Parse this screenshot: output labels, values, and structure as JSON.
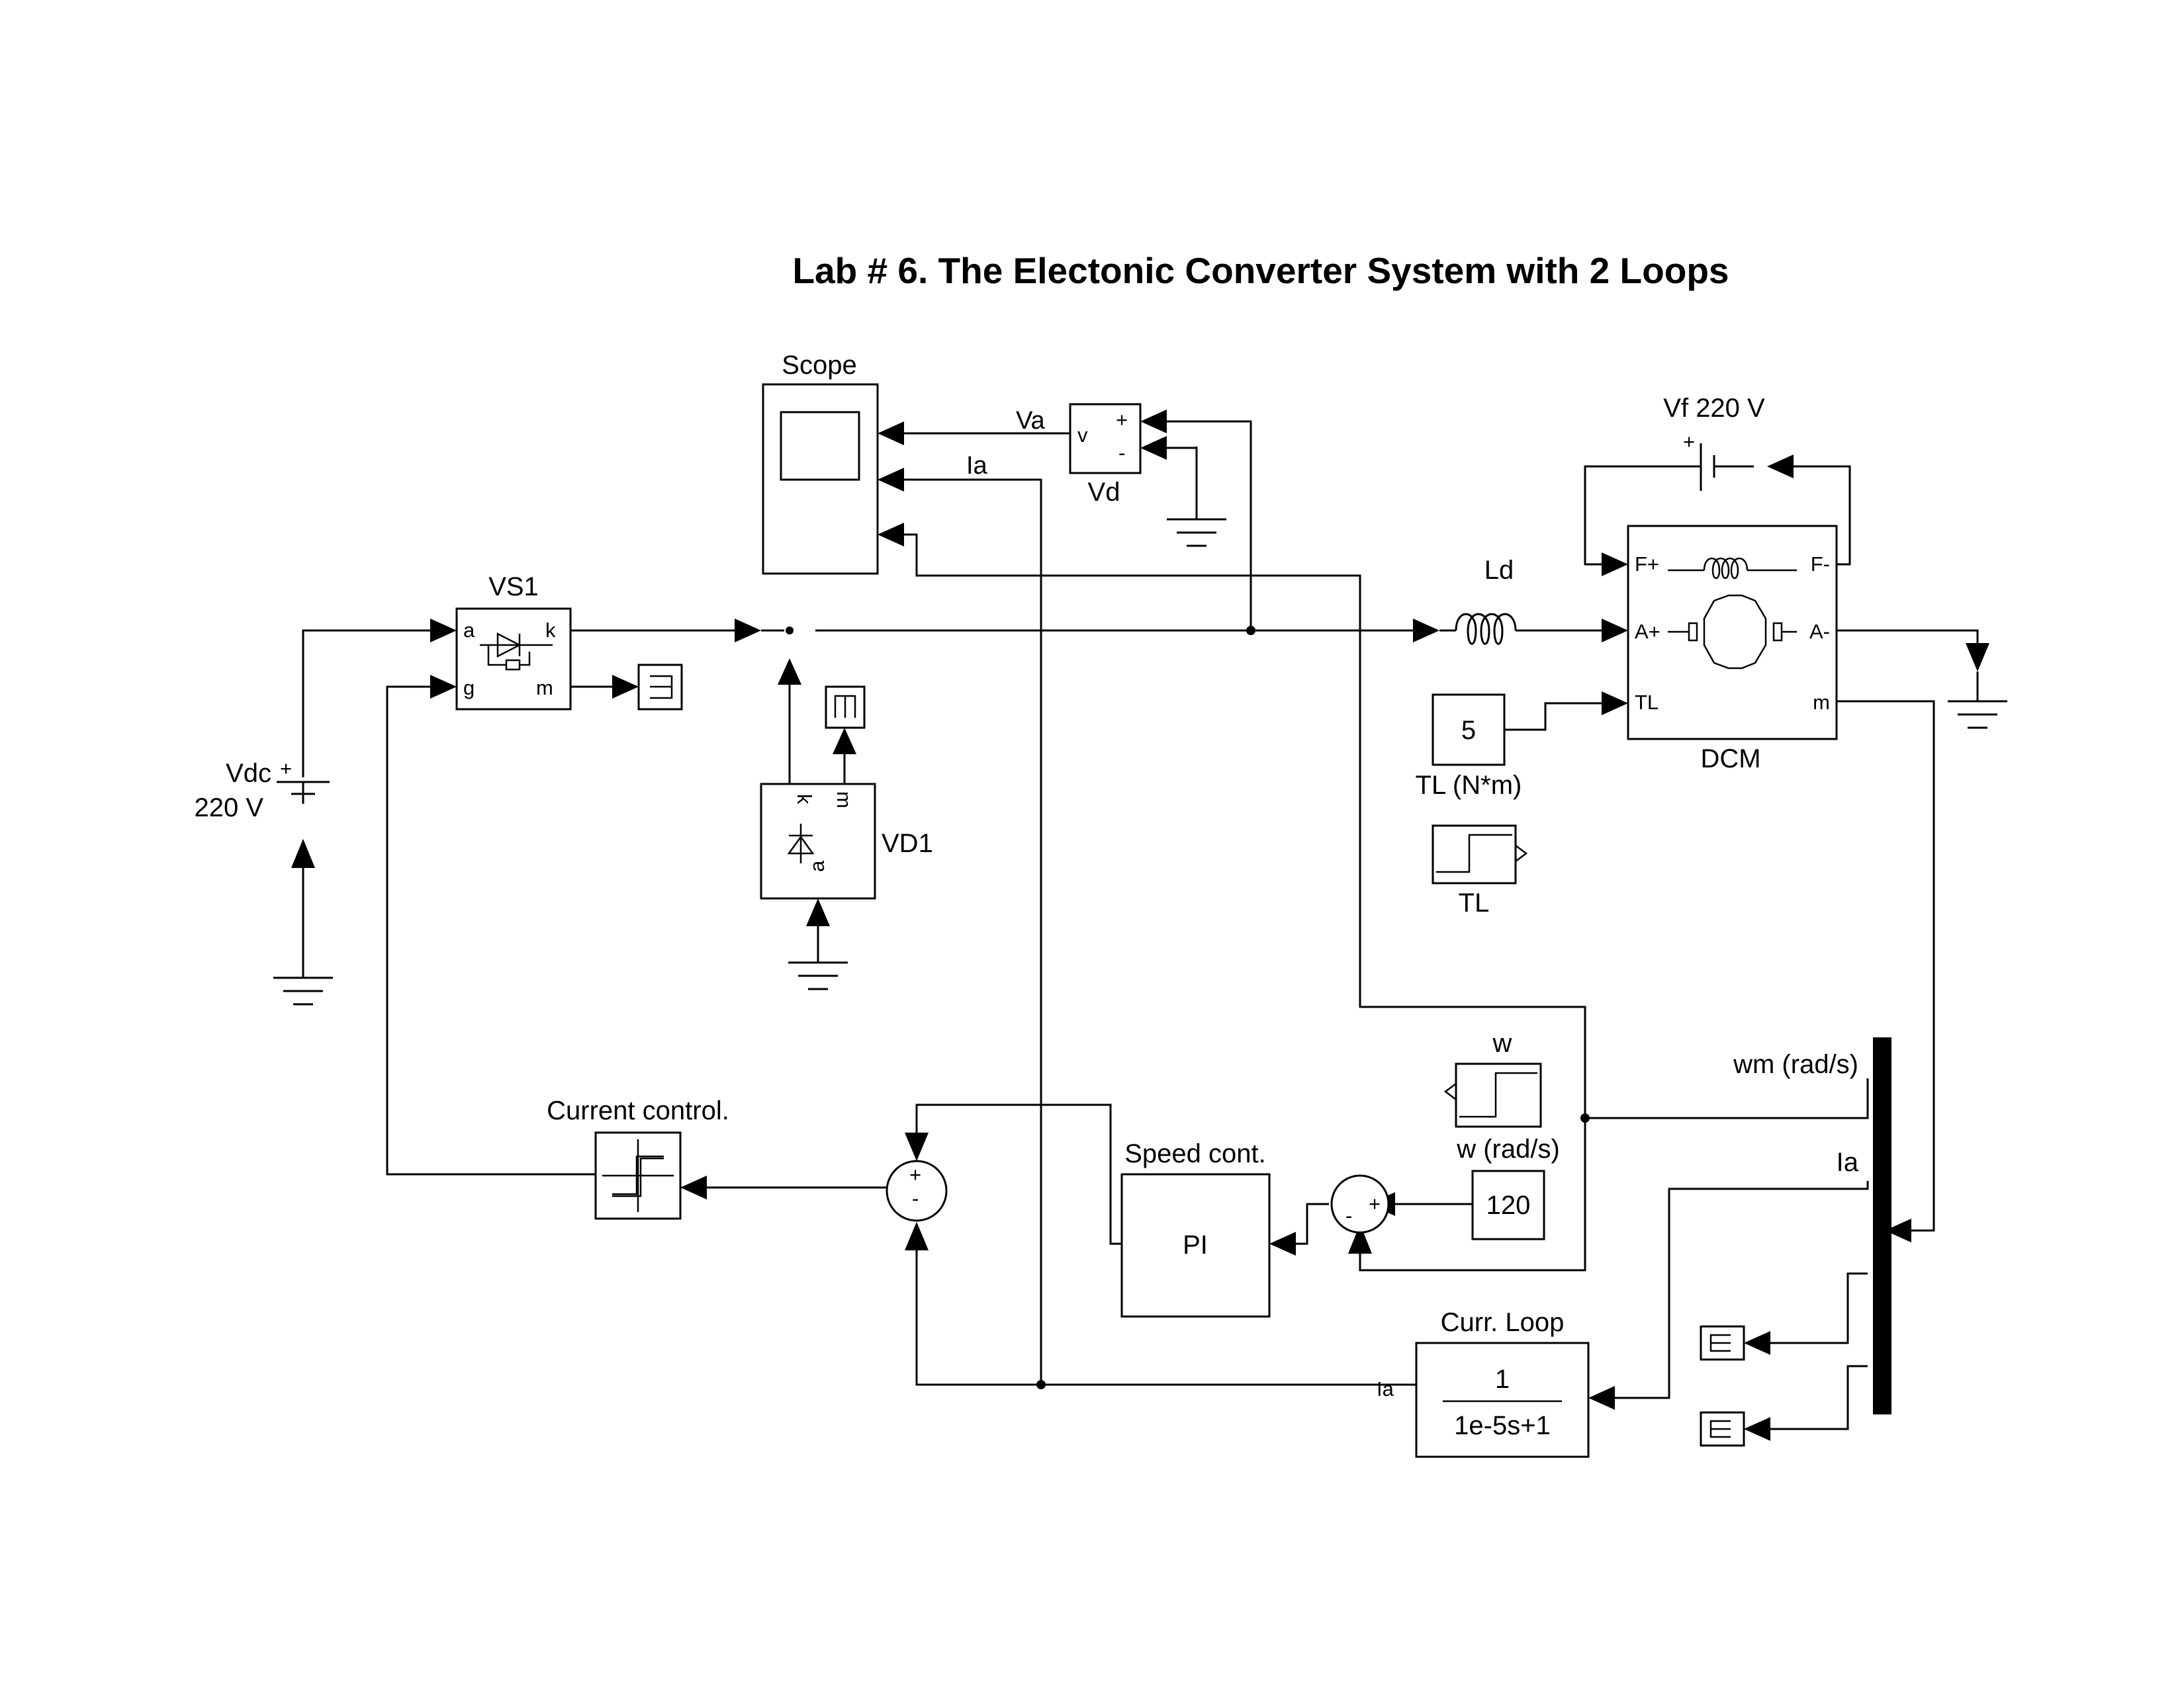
{
  "title": "Lab # 6. The Electonic Converter System with 2 Loops",
  "blocks": {
    "scope": {
      "label": "Scope"
    },
    "vd": {
      "label": "Vd",
      "port_v": "v",
      "port_plus": "+",
      "port_minus": "-"
    },
    "vs1": {
      "label": "VS1",
      "port_a": "a",
      "port_k": "k",
      "port_g": "g",
      "port_m": "m"
    },
    "vd1": {
      "label": "VD1",
      "port_k": "k",
      "port_m": "m",
      "port_a": "a"
    },
    "vdc": {
      "label_line1": "Vdc",
      "label_line2": "220 V"
    },
    "vf": {
      "label": "Vf 220 V"
    },
    "ld": {
      "label": "Ld"
    },
    "dcm": {
      "label": "DCM",
      "port_fplus": "F+",
      "port_fminus": "F-",
      "port_aplus": "A+",
      "port_aminus": "A-",
      "port_tl": "TL",
      "port_m": "m"
    },
    "tl_const": {
      "value": "5",
      "label": "TL (N*m)"
    },
    "tl_step": {
      "label": "TL"
    },
    "w_step": {
      "label": "w"
    },
    "w_const": {
      "value": "120",
      "label": "w (rad/s)"
    },
    "speed_cont": {
      "text": "PI",
      "label": "Speed cont."
    },
    "current_control": {
      "label": "Current control."
    },
    "curr_loop": {
      "numerator": "1",
      "denominator": "1e-5s+1",
      "label": "Curr. Loop"
    },
    "sum_current": {
      "plus": "+",
      "minus": "-"
    },
    "sum_speed": {
      "plus": "+",
      "minus": "-"
    }
  },
  "signals": {
    "va": "Va",
    "ia_scope": "Ia",
    "ia_feedback": "Ia",
    "wm": "wm (rad/s)",
    "ia_demux": "Ia"
  }
}
